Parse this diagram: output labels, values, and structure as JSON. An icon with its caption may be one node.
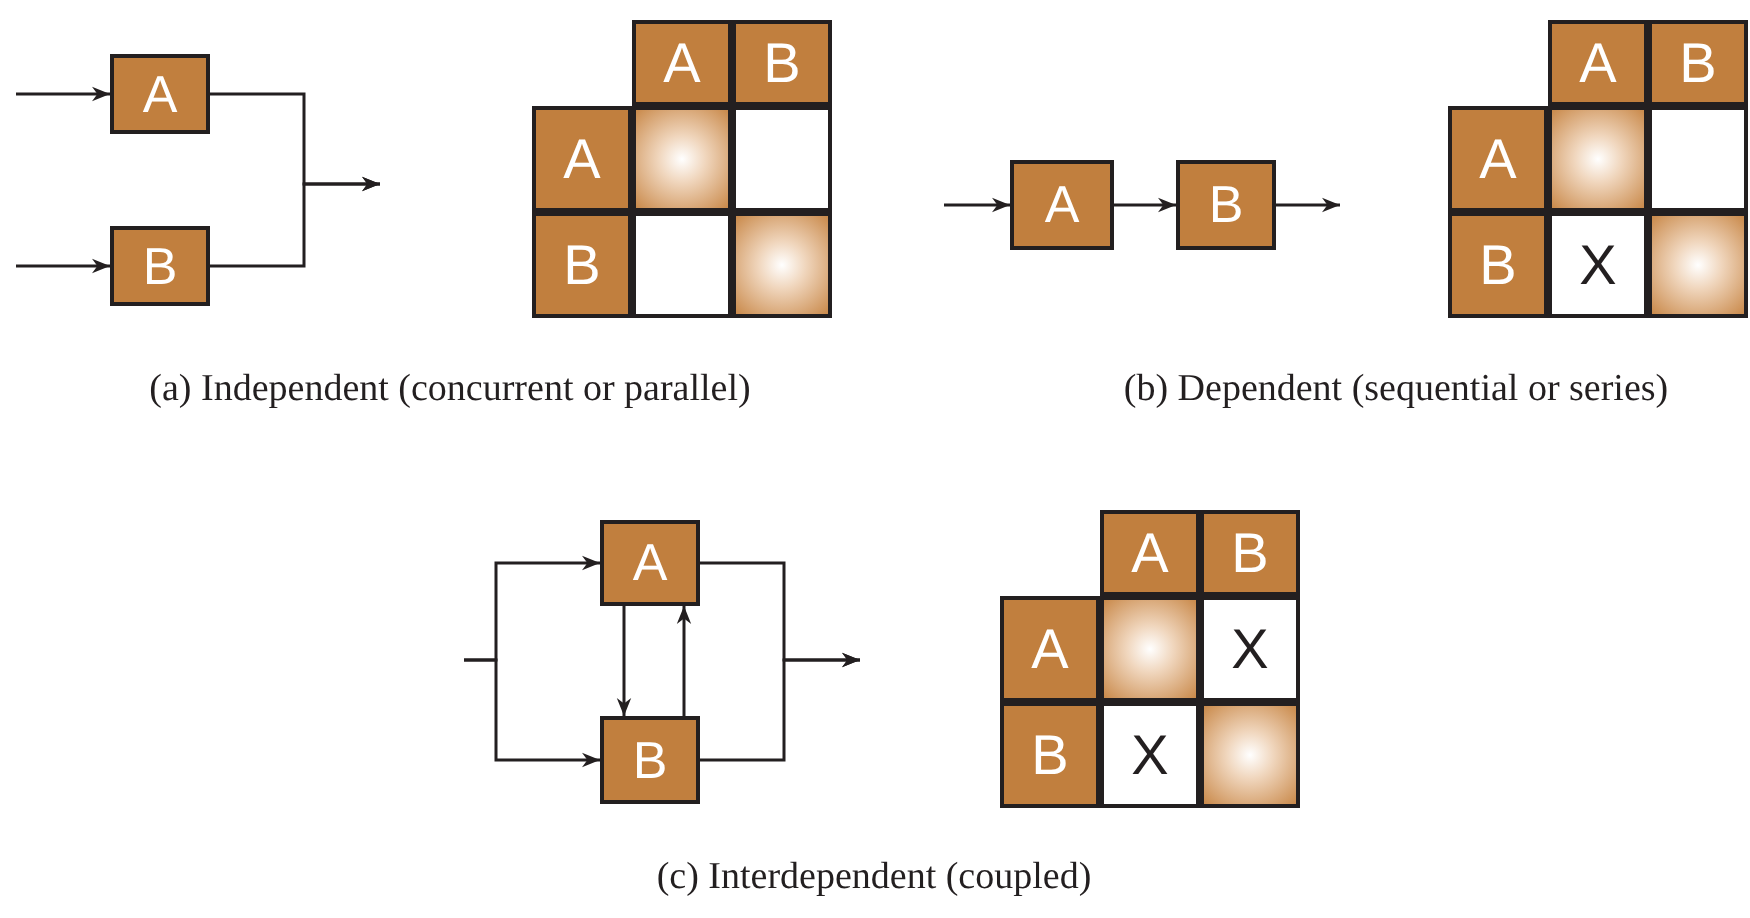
{
  "diagram": {
    "nodes": [
      {
        "text": [
          "A"
        ]
      },
      {
        "text": [
          "B"
        ]
      },
      {
        "text": [
          "A"
        ]
      },
      {
        "text": [
          "B"
        ]
      },
      {
        "text": [
          "A"
        ]
      },
      {
        "text": [
          "B"
        ]
      },
      {
        "text": [
          "A"
        ]
      },
      {
        "text": [
          "B"
        ]
      },
      {
        "text": [
          "A"
        ]
      },
      {
        "text": [
          "B"
        ]
      },
      {
        "text": [
          "A"
        ]
      },
      {
        "text": [
          "B"
        ]
      },
      {
        "text": [
          "A"
        ]
      },
      {
        "text": [
          "B"
        ]
      },
      {
        "text": [
          "A"
        ]
      },
      {
        "text": [
          "B"
        ]
      },
      {
        "text": [
          "A"
        ]
      },
      {
        "text": [
          "B"
        ]
      }
    ],
    "edges": [
      {
        "from": null,
        "to": 0,
        "arrow": "to"
      },
      {
        "from": null,
        "to": 1,
        "arrow": "to"
      },
      {
        "from": 0,
        "to": null,
        "arrow": "to"
      },
      {
        "from": 1,
        "to": null,
        "arrow": "to"
      },
      {
        "from": null,
        "to": 6,
        "arrow": "to"
      },
      {
        "from": 6,
        "to": 7,
        "arrow": "to"
      },
      {
        "from": 7,
        "to": null,
        "arrow": "to"
      },
      {
        "from": null,
        "to": 12,
        "arrow": "to"
      },
      {
        "from": null,
        "to": 13,
        "arrow": "to"
      },
      {
        "from": 12,
        "to": 13,
        "arrow": "to"
      },
      {
        "from": 13,
        "to": 12,
        "arrow": "to"
      },
      {
        "from": 12,
        "to": null,
        "arrow": "to"
      },
      {
        "from": 13,
        "to": null,
        "arrow": "to"
      }
    ],
    "labels": [
      "X",
      "(a) Independent (concurrent or parallel)",
      "(b) Dependent (sequential or series)",
      "X",
      "X",
      "(c) Interdependent (coupled)"
    ]
  }
}
